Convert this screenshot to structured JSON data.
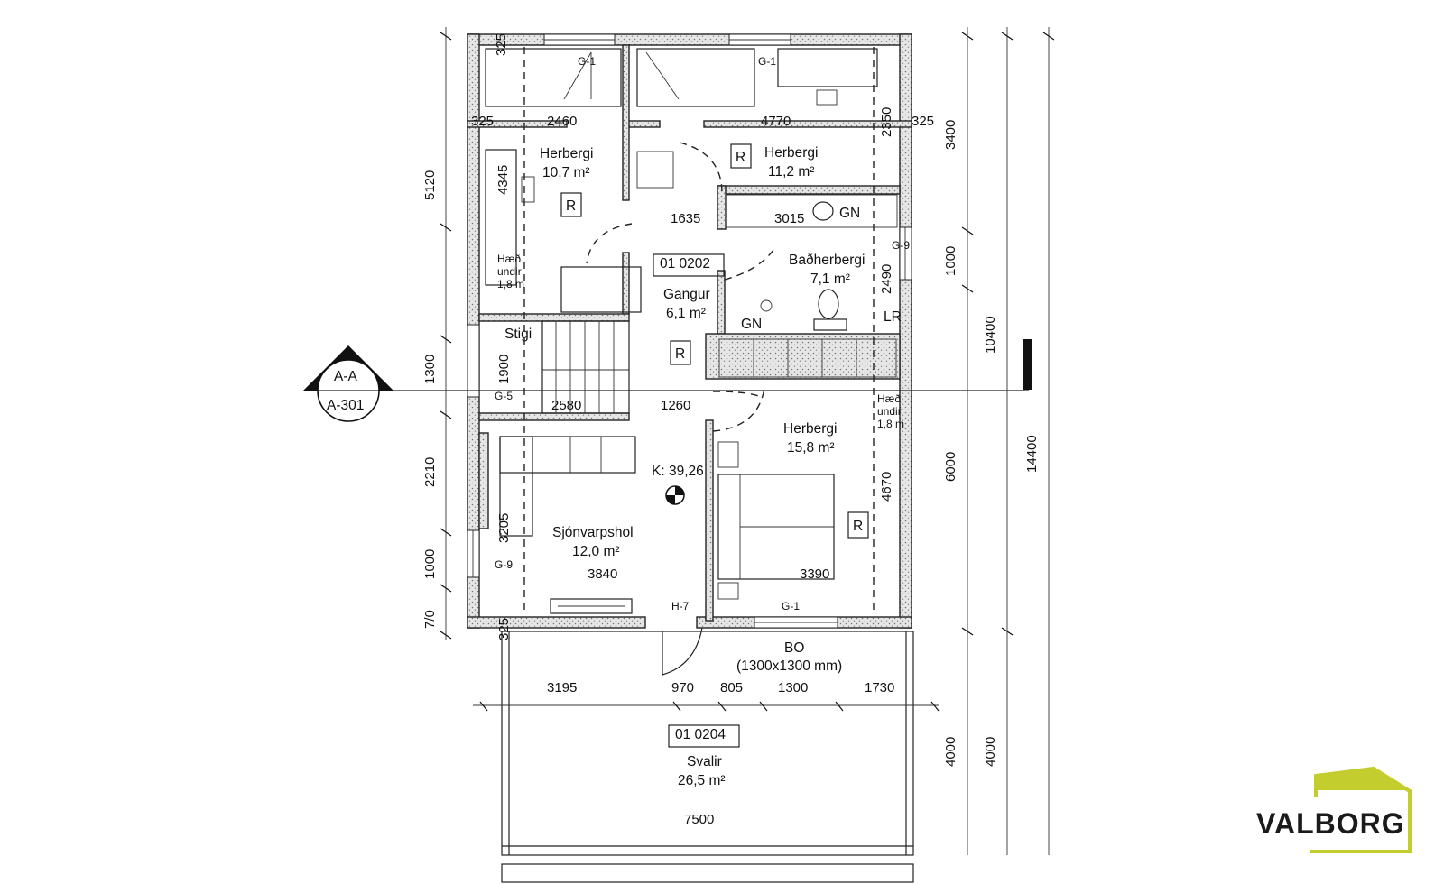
{
  "plan": {
    "section": {
      "letter": "A-A",
      "sheet": "A-301"
    },
    "rooms": {
      "herbergi_left": {
        "name": "Herbergi",
        "area": "10,7 m²"
      },
      "herbergi_top": {
        "name": "Herbergi",
        "area": "11,2 m²"
      },
      "badherbergi": {
        "name": "Baðherbergi",
        "area": "7,1 m²"
      },
      "gangur": {
        "name": "Gangur",
        "area": "6,1 m²",
        "code": "01 0202"
      },
      "stigi": {
        "name": "Stigi"
      },
      "herbergi_big": {
        "name": "Herbergi",
        "area": "15,8 m²"
      },
      "sjonvarpsholl": {
        "name": "Sjónvarpshol",
        "area": "12,0 m²"
      },
      "svalir": {
        "name": "Svalir",
        "area": "26,5 m²",
        "code": "01 0204"
      }
    },
    "labels": {
      "g1a": "G-1",
      "g1b": "G-1",
      "g1c": "G-1",
      "g9a": "G-9",
      "g9b": "G-9",
      "g5": "G-5",
      "h7": "H-7",
      "r1": "R",
      "r2": "R",
      "r3": "R",
      "r4": "R",
      "gn1": "GN",
      "gn2": "GN",
      "lr": "LR",
      "haed1a": "Hæð",
      "haed1b": "undir",
      "haed1c": "1,8 m",
      "haed2a": "Hæð",
      "haed2b": "undir",
      "haed2c": "1,8 m",
      "kote": "K: 39,26",
      "bo1": "BO",
      "bo2": "(1300x1300 mm)"
    },
    "dims": {
      "d325a": "325",
      "d325b": "325",
      "d325c": "325",
      "d325d": "325",
      "d2460": "2460",
      "d4770": "4770",
      "d2350": "2350",
      "d3400": "3400",
      "d4345": "4345",
      "d5120": "5120",
      "d1635": "1635",
      "d3015": "3015",
      "d1000a": "1000",
      "d2490": "2490",
      "d10400": "10400",
      "d1300": "1300",
      "d1900": "1900",
      "d2580": "2580",
      "d1260": "1260",
      "d2210": "2210",
      "d6000": "6000",
      "d4670": "4670",
      "d14400": "14400",
      "d3205": "3205",
      "d1000b": "1000",
      "d3840": "3840",
      "d3390": "3390",
      "d770": "7/0",
      "b3195": "3195",
      "b970": "970",
      "b805": "805",
      "b1300": "1300",
      "b1730": "1730",
      "d4000a": "4000",
      "d4000b": "4000",
      "d7500": "7500"
    }
  },
  "brand": {
    "name": "VALBORG",
    "roof_color": "#c3cd2e",
    "text_color": "#1a1a1a"
  }
}
